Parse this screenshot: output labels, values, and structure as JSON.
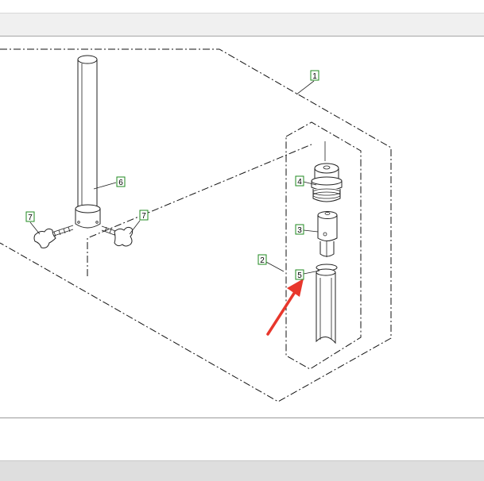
{
  "callouts": {
    "c1": "1",
    "c2": "2",
    "c3": "3",
    "c4": "4",
    "c5": "5",
    "c6": "6",
    "c7a": "7",
    "c7b": "7"
  },
  "colors": {
    "callout_border": "#1f8a1f",
    "arrow": "#e8372c",
    "line": "#222222"
  }
}
